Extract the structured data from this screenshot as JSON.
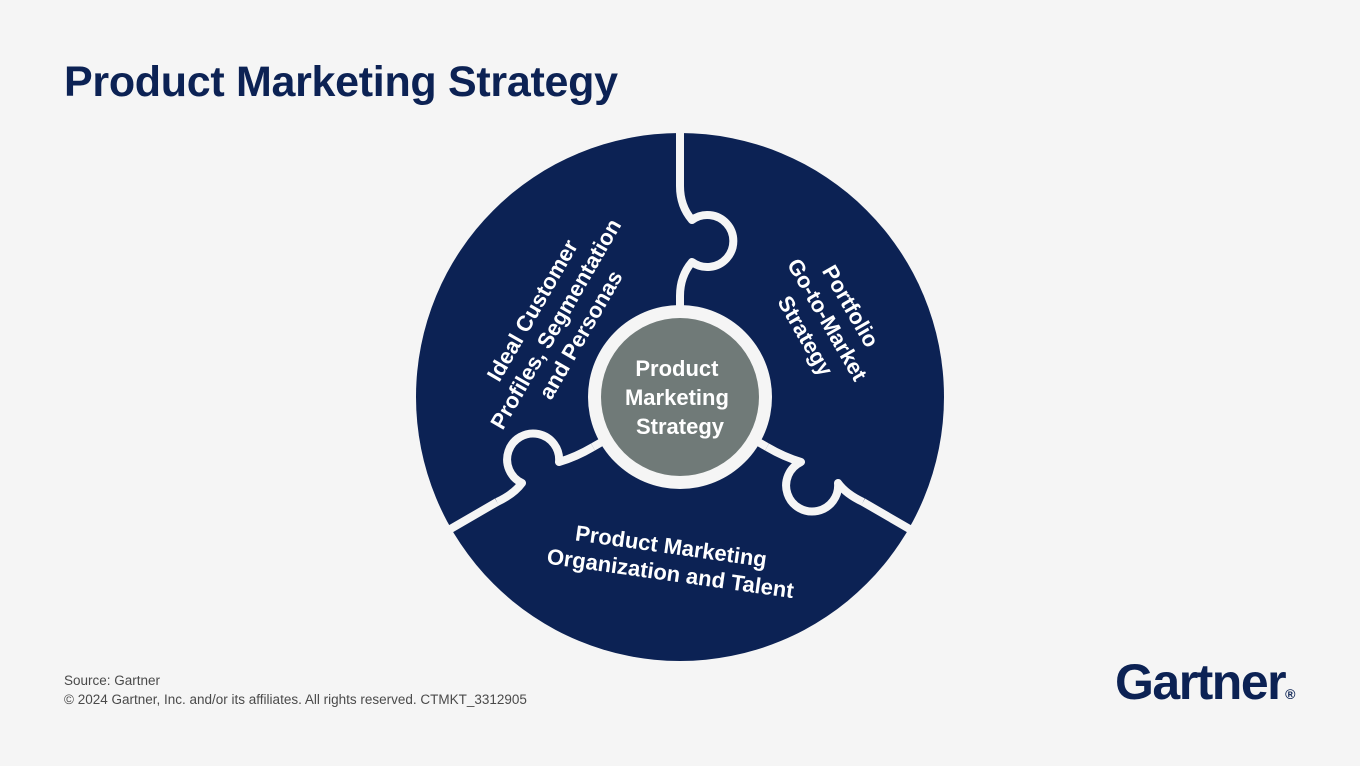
{
  "header": {
    "title": "Product Marketing Strategy"
  },
  "diagram": {
    "center_label_lines": [
      "Product",
      "Marketing",
      "Strategy"
    ],
    "segments": [
      {
        "id": "ideal-customer",
        "lines": [
          "Ideal Customer",
          "Profiles, Segmentation",
          "and Personas"
        ]
      },
      {
        "id": "portfolio",
        "lines": [
          "Portfolio",
          "Go-to-Market",
          "Strategy"
        ]
      },
      {
        "id": "organization",
        "lines": [
          "Product Marketing",
          "Organization and Talent"
        ]
      }
    ],
    "colors": {
      "segment": "#0c2254",
      "hub": "#707a78",
      "background": "#f5f5f5",
      "title": "#0c2254"
    }
  },
  "footer": {
    "source": "Source: Gartner",
    "copyright": "© 2024 Gartner, Inc. and/or its affiliates. All rights reserved. CTMKT_3312905"
  },
  "logo": {
    "text": "Gartner",
    "mark": "®"
  }
}
